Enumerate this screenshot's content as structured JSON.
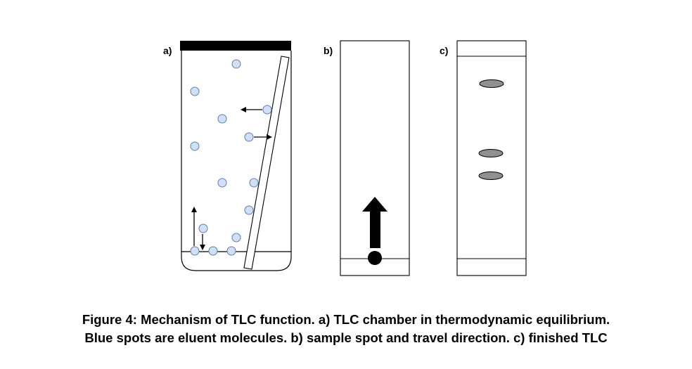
{
  "panels": [
    {
      "label": "a)"
    },
    {
      "label": "b)"
    },
    {
      "label": "c)"
    }
  ],
  "caption": {
    "line1": "Figure 4: Mechanism of TLC function. a) TLC chamber in thermodynamic equilibrium.",
    "line2": "Blue spots are eluent molecules. b) sample spot and travel direction. c) finished TLC"
  },
  "colors": {
    "molecule_fill": "#cfe0f7",
    "molecule_stroke": "#5f7fae",
    "spot_fill": "#909090",
    "line": "#000000"
  }
}
